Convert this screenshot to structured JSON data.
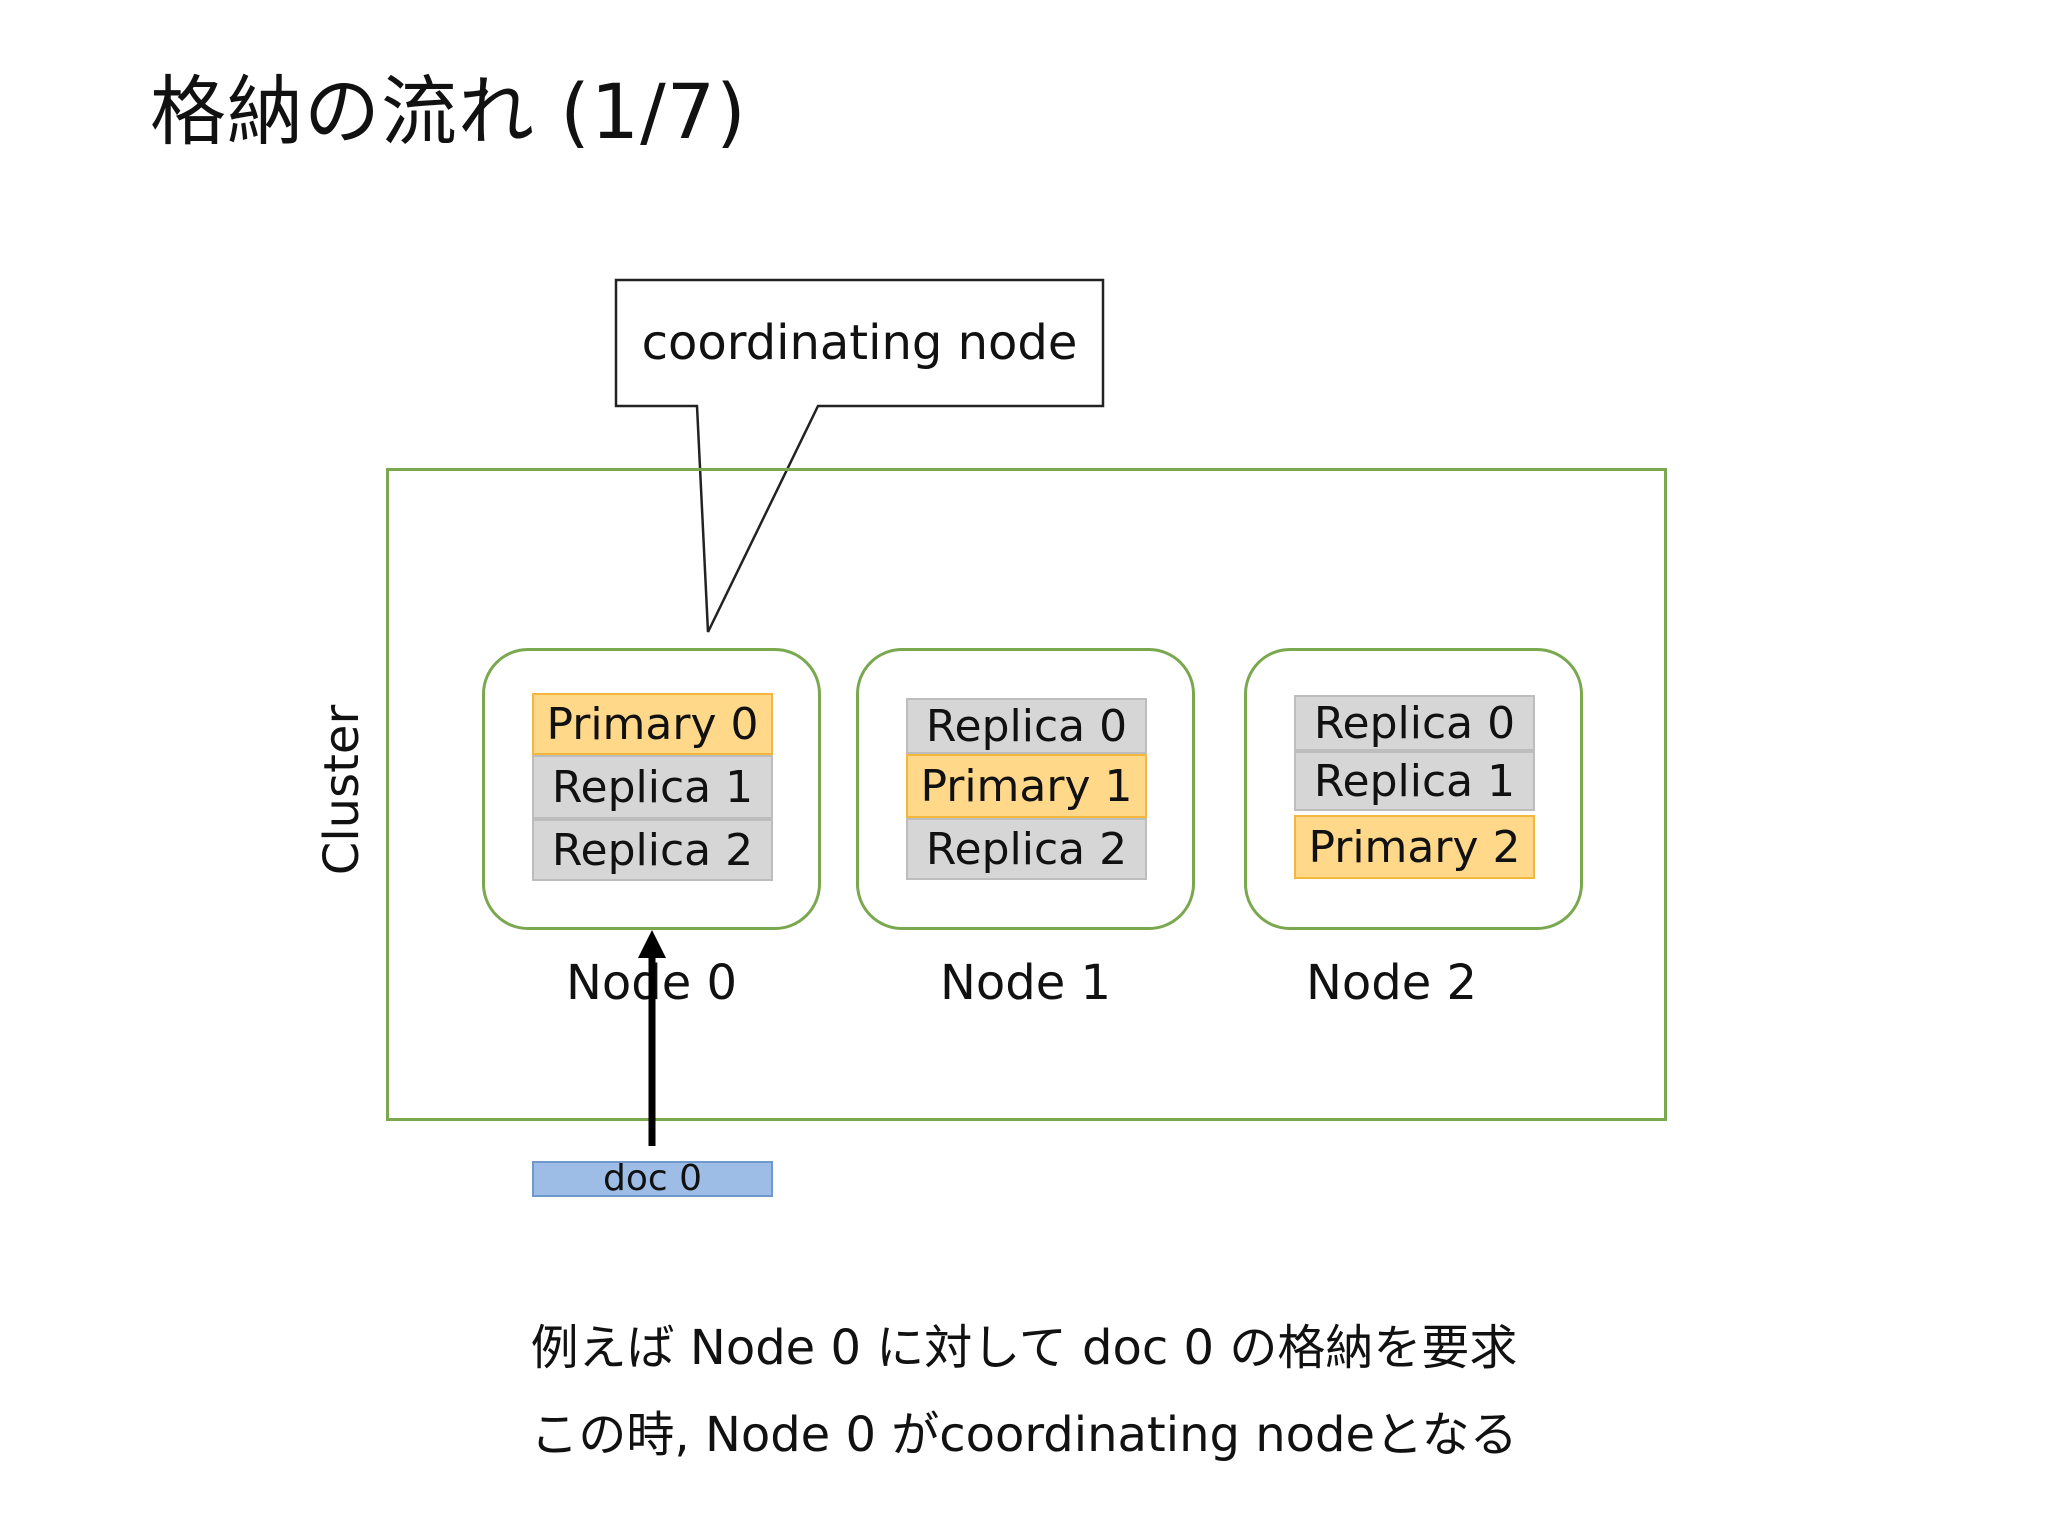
{
  "slide": {
    "title": "格納の流れ (1/7)"
  },
  "callout": {
    "text": "coordinating node"
  },
  "cluster": {
    "label": "Cluster",
    "nodes": [
      {
        "label": "Node 0",
        "shards": [
          {
            "label": "Primary 0",
            "kind": "primary"
          },
          {
            "label": "Replica 1",
            "kind": "replica"
          },
          {
            "label": "Replica 2",
            "kind": "replica"
          }
        ]
      },
      {
        "label": "Node 1",
        "shards": [
          {
            "label": "Replica 0",
            "kind": "replica"
          },
          {
            "label": "Primary 1",
            "kind": "primary"
          },
          {
            "label": "Replica 2",
            "kind": "replica"
          }
        ]
      },
      {
        "label": "Node 2",
        "shards": [
          {
            "label": "Replica 0",
            "kind": "replica"
          },
          {
            "label": "Replica 1",
            "kind": "replica"
          },
          {
            "label": "Primary 2",
            "kind": "primary"
          }
        ]
      }
    ]
  },
  "document": {
    "label": "doc 0"
  },
  "captions": {
    "line1": "例えば Node 0 に対して doc 0 の格納を要求",
    "line2": "この時, Node 0 がcoordinating nodeとなる"
  },
  "colors": {
    "cluster_border": "#7aa84e",
    "primary_fill": "#ffd88a",
    "replica_fill": "#d6d6d6",
    "doc_fill": "#9dbde6"
  }
}
